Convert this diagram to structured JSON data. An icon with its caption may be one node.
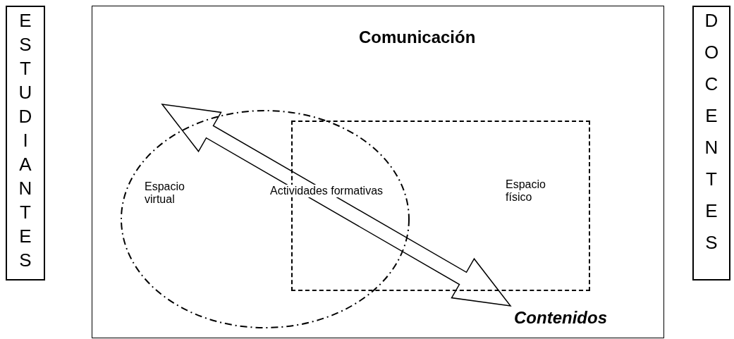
{
  "diagram": {
    "nodes": [
      {
        "text": [
          "ESTUDIANTES"
        ]
      },
      {
        "text": [
          "Comunicación"
        ]
      },
      {
        "text": [
          "Espacio virtual"
        ],
        "in": 1
      },
      {
        "text": [
          "Espacio físico"
        ],
        "in": 1
      },
      {
        "text": [
          "Contenidos"
        ],
        "in": 1
      },
      {
        "text": [
          "DOCENTES"
        ]
      }
    ],
    "edges": [
      {
        "from": null,
        "to": 4,
        "arrow": "both"
      }
    ],
    "labels": [
      "Actividades formativas"
    ]
  }
}
